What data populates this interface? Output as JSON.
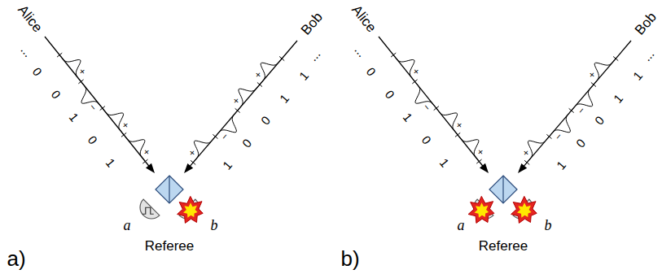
{
  "diagram": {
    "labels": [
      "...",
      "Alice",
      "0",
      "0",
      "1",
      "0",
      "1",
      "+",
      "−",
      "+",
      "+",
      "...",
      "Bob",
      "1",
      "1",
      "0",
      "0",
      "1",
      "+",
      "+",
      "−",
      "+",
      "a",
      "b",
      "Referee",
      "a)",
      "...",
      "Alice",
      "0",
      "0",
      "1",
      "0",
      "1",
      "+",
      "−",
      "+",
      "+",
      "...",
      "Bob",
      "1",
      "1",
      "0",
      "0",
      "1",
      "+",
      "−",
      "−",
      "+",
      "a",
      "b",
      "Referee",
      "b)"
    ]
  }
}
